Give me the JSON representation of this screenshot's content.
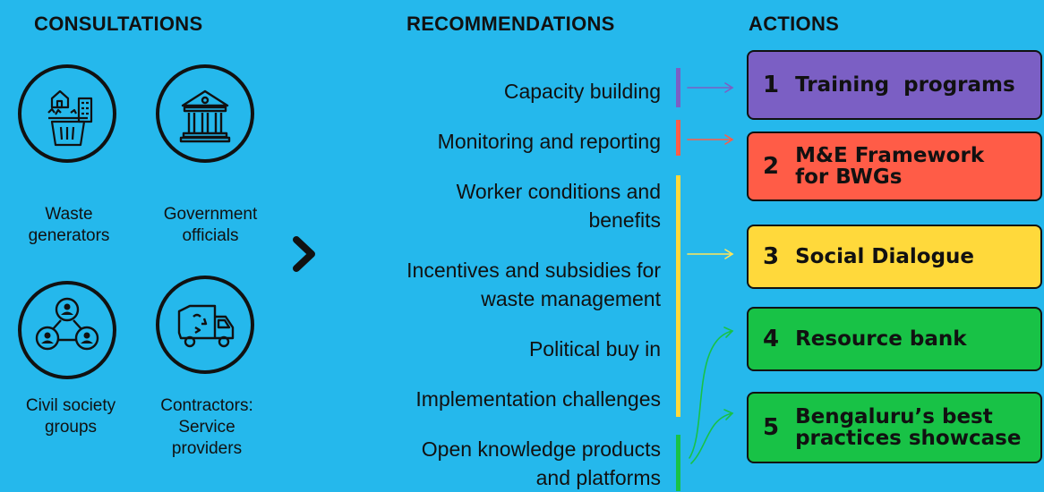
{
  "headers": {
    "consultations": "CONSULTATIONS",
    "recommendations": "RECOMMENDATIONS",
    "actions": "ACTIONS"
  },
  "consultations": [
    {
      "icon": "waste-bin-city-icon",
      "label_line1": "Waste",
      "label_line2": "generators"
    },
    {
      "icon": "government-building-icon",
      "label_line1": "Government",
      "label_line2": "officials"
    },
    {
      "icon": "people-network-icon",
      "label_line1": "Civil society",
      "label_line2": "groups"
    },
    {
      "icon": "garbage-truck-icon",
      "label_line1": "Contractors:",
      "label_line2": "Service",
      "label_line3": "providers"
    }
  ],
  "recommendations": [
    {
      "line1": "Capacity building"
    },
    {
      "line1": "Monitoring and reporting"
    },
    {
      "line1": "Worker conditions and",
      "line2": "benefits"
    },
    {
      "line1": "Incentives and subsidies for",
      "line2": "waste management"
    },
    {
      "line1": "Political buy in"
    },
    {
      "line1": "Implementation challenges"
    },
    {
      "line1": "Open knowledge products",
      "line2": "and platforms"
    }
  ],
  "actions": [
    {
      "number": "1",
      "line1": "Training  programs",
      "color": "#7b5fc4"
    },
    {
      "number": "2",
      "line1": "M&E Framework",
      "line2": "for BWGs",
      "color": "#ff5c47"
    },
    {
      "number": "3",
      "line1": "Social Dialogue",
      "color": "#ffd93b"
    },
    {
      "number": "4",
      "line1": "Resource bank",
      "color": "#18c246"
    },
    {
      "number": "5",
      "line1": "Bengaluru’s best",
      "line2": "practices showcase",
      "color": "#18c246"
    }
  ],
  "colors": {
    "background": "#25b8ec",
    "purple": "#7b5fc4",
    "red": "#ff5c47",
    "yellow": "#ffd93b",
    "green": "#18c246"
  }
}
